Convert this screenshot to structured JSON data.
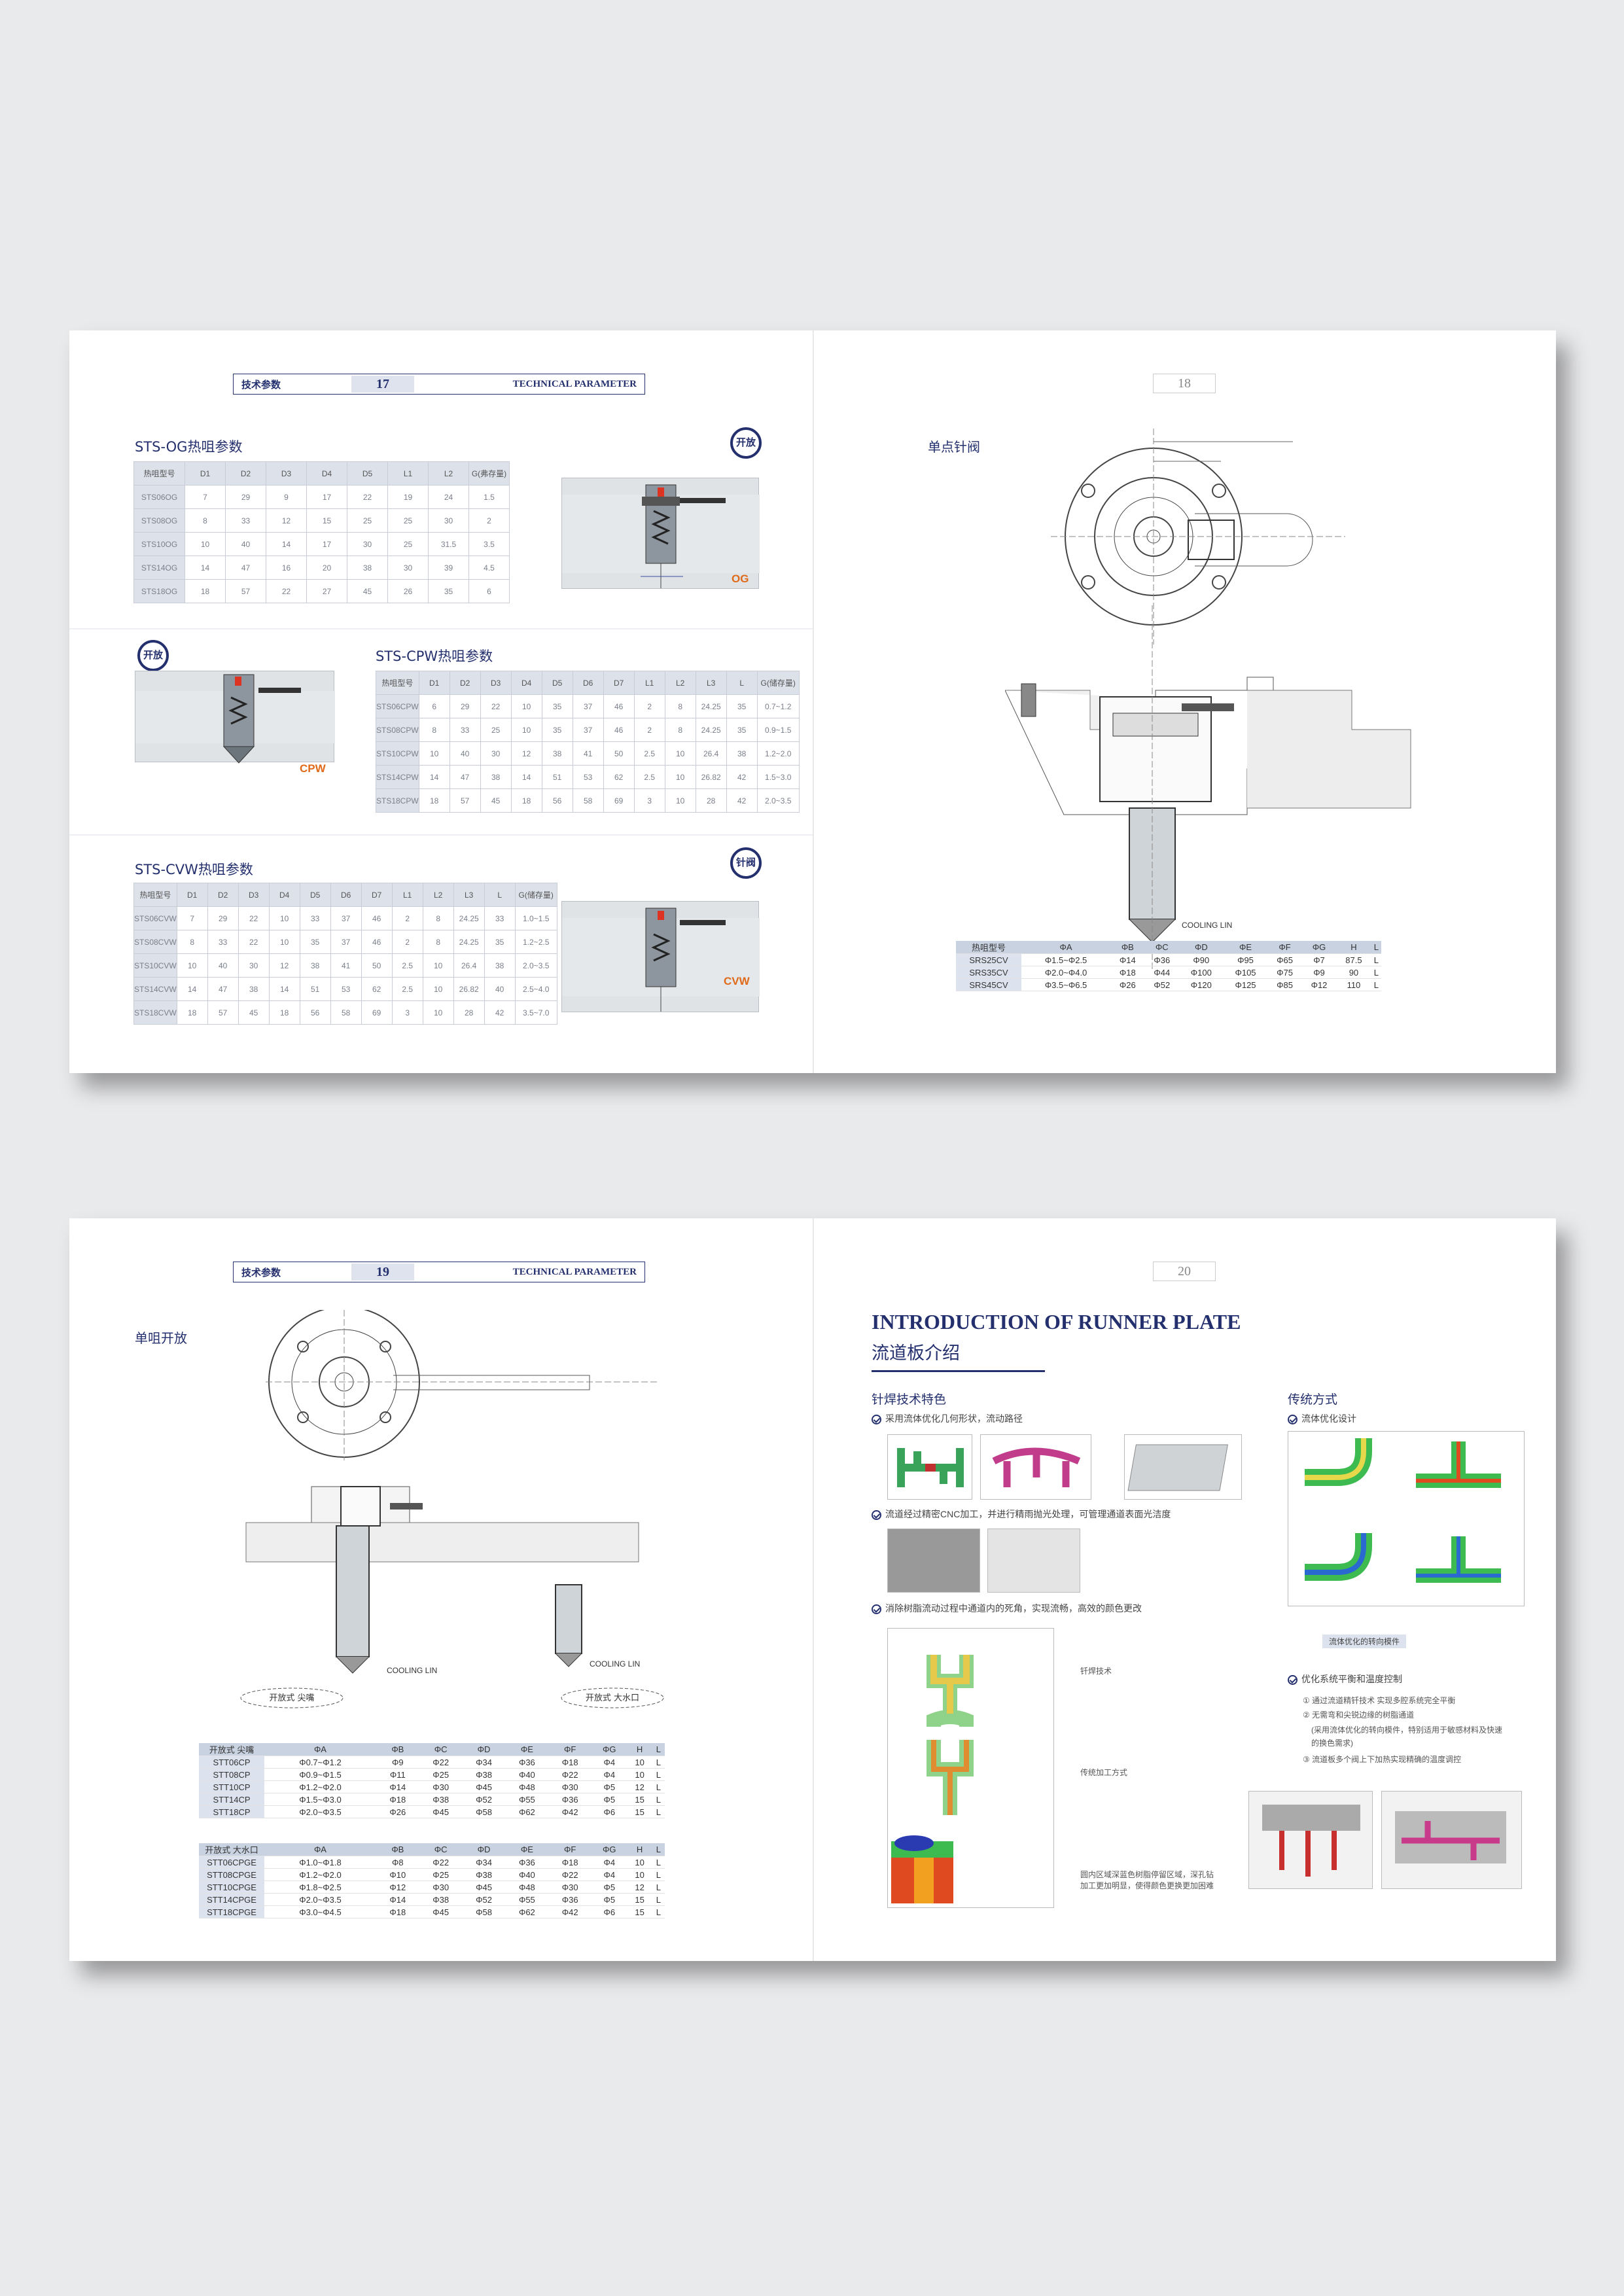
{
  "spread1": {
    "left_page": {
      "header": {
        "left": "技术参数",
        "page": "17",
        "right": "TECHNICAL PARAMETER"
      },
      "og": {
        "title": "STS-OG热咀参数",
        "badge": "开放",
        "mark": "OG",
        "header": [
          "热咀型号",
          "D1",
          "D2",
          "D3",
          "D4",
          "D5",
          "L1",
          "L2",
          "G(弗存量)"
        ],
        "rows": [
          [
            "STS06OG",
            "7",
            "29",
            "9",
            "17",
            "22",
            "19",
            "24",
            "1.5"
          ],
          [
            "STS08OG",
            "8",
            "33",
            "12",
            "15",
            "25",
            "25",
            "30",
            "2"
          ],
          [
            "STS10OG",
            "10",
            "40",
            "14",
            "17",
            "30",
            "25",
            "31.5",
            "3.5"
          ],
          [
            "STS14OG",
            "14",
            "47",
            "16",
            "20",
            "38",
            "30",
            "39",
            "4.5"
          ],
          [
            "STS18OG",
            "18",
            "57",
            "22",
            "27",
            "45",
            "26",
            "35",
            "6"
          ]
        ]
      },
      "cpw": {
        "title": "STS-CPW热咀参数",
        "badge": "开放",
        "mark": "CPW",
        "header": [
          "热咀型号",
          "D1",
          "D2",
          "D3",
          "D4",
          "D5",
          "D6",
          "D7",
          "L1",
          "L2",
          "L3",
          "L",
          "G(储存量)"
        ],
        "rows": [
          [
            "STS06CPW",
            "6",
            "29",
            "22",
            "10",
            "35",
            "37",
            "46",
            "2",
            "8",
            "24.25",
            "35",
            "0.7~1.2"
          ],
          [
            "STS08CPW",
            "8",
            "33",
            "25",
            "10",
            "35",
            "37",
            "46",
            "2",
            "8",
            "24.25",
            "35",
            "0.9~1.5"
          ],
          [
            "STS10CPW",
            "10",
            "40",
            "30",
            "12",
            "38",
            "41",
            "50",
            "2.5",
            "10",
            "26.4",
            "38",
            "1.2~2.0"
          ],
          [
            "STS14CPW",
            "14",
            "47",
            "38",
            "14",
            "51",
            "53",
            "62",
            "2.5",
            "10",
            "26.82",
            "42",
            "1.5~3.0"
          ],
          [
            "STS18CPW",
            "18",
            "57",
            "45",
            "18",
            "56",
            "58",
            "69",
            "3",
            "10",
            "28",
            "42",
            "2.0~3.5"
          ]
        ]
      },
      "cvw": {
        "title": "STS-CVW热咀参数",
        "badge": "针阀",
        "mark": "CVW",
        "header": [
          "热咀型号",
          "D1",
          "D2",
          "D3",
          "D4",
          "D5",
          "D6",
          "D7",
          "L1",
          "L2",
          "L3",
          "L",
          "G(储存量)"
        ],
        "rows": [
          [
            "STS06CVW",
            "7",
            "29",
            "22",
            "10",
            "33",
            "37",
            "46",
            "2",
            "8",
            "24.25",
            "33",
            "1.0~1.5"
          ],
          [
            "STS08CVW",
            "8",
            "33",
            "22",
            "10",
            "35",
            "37",
            "46",
            "2",
            "8",
            "24.25",
            "35",
            "1.2~2.5"
          ],
          [
            "STS10CVW",
            "10",
            "40",
            "30",
            "12",
            "38",
            "41",
            "50",
            "2.5",
            "10",
            "26.4",
            "38",
            "2.0~3.5"
          ],
          [
            "STS14CVW",
            "14",
            "47",
            "38",
            "14",
            "51",
            "53",
            "62",
            "2.5",
            "10",
            "26.82",
            "40",
            "2.5~4.0"
          ],
          [
            "STS18CVW",
            "18",
            "57",
            "45",
            "18",
            "56",
            "58",
            "69",
            "3",
            "10",
            "28",
            "42",
            "3.5~7.0"
          ]
        ]
      }
    },
    "right_page": {
      "page": "18",
      "title": "单点针阀",
      "cooling": "COOLING LIN",
      "table": {
        "header": [
          "热咀型号",
          "ΦA",
          "ΦB",
          "ΦC",
          "ΦD",
          "ΦE",
          "ΦF",
          "ΦG",
          "H",
          "L"
        ],
        "rows": [
          [
            "SRS25CV",
            "Φ1.5~Φ2.5",
            "Φ14",
            "Φ36",
            "Φ90",
            "Φ95",
            "Φ65",
            "Φ7",
            "87.5",
            "L"
          ],
          [
            "SRS35CV",
            "Φ2.0~Φ4.0",
            "Φ18",
            "Φ44",
            "Φ100",
            "Φ105",
            "Φ75",
            "Φ9",
            "90",
            "L"
          ],
          [
            "SRS45CV",
            "Φ3.5~Φ6.5",
            "Φ26",
            "Φ52",
            "Φ120",
            "Φ125",
            "Φ85",
            "Φ12",
            "110",
            "L"
          ]
        ]
      }
    }
  },
  "spread2": {
    "left_page": {
      "header": {
        "left": "技术参数",
        "page": "19",
        "right": "TECHNICAL PARAMETER"
      },
      "title": "单咀开放",
      "cooling": "COOLING LIN",
      "label_a": "开放式 尖嘴",
      "label_b": "开放式 大水口",
      "table1": {
        "header": [
          "开放式 尖嘴",
          "ΦA",
          "ΦB",
          "ΦC",
          "ΦD",
          "ΦE",
          "ΦF",
          "ΦG",
          "H",
          "L"
        ],
        "rows": [
          [
            "STT06CP",
            "Φ0.7~Φ1.2",
            "Φ9",
            "Φ22",
            "Φ34",
            "Φ36",
            "Φ18",
            "Φ4",
            "10",
            "L"
          ],
          [
            "STT08CP",
            "Φ0.9~Φ1.5",
            "Φ11",
            "Φ25",
            "Φ38",
            "Φ40",
            "Φ22",
            "Φ4",
            "10",
            "L"
          ],
          [
            "STT10CP",
            "Φ1.2~Φ2.0",
            "Φ14",
            "Φ30",
            "Φ45",
            "Φ48",
            "Φ30",
            "Φ5",
            "12",
            "L"
          ],
          [
            "STT14CP",
            "Φ1.5~Φ3.0",
            "Φ18",
            "Φ38",
            "Φ52",
            "Φ55",
            "Φ36",
            "Φ5",
            "15",
            "L"
          ],
          [
            "STT18CP",
            "Φ2.0~Φ3.5",
            "Φ26",
            "Φ45",
            "Φ58",
            "Φ62",
            "Φ42",
            "Φ6",
            "15",
            "L"
          ]
        ]
      },
      "table2": {
        "header": [
          "开放式 大水口",
          "ΦA",
          "ΦB",
          "ΦC",
          "ΦD",
          "ΦE",
          "ΦF",
          "ΦG",
          "H",
          "L"
        ],
        "rows": [
          [
            "STT06CPGE",
            "Φ1.0~Φ1.8",
            "Φ8",
            "Φ22",
            "Φ34",
            "Φ36",
            "Φ18",
            "Φ4",
            "10",
            "L"
          ],
          [
            "STT08CPGE",
            "Φ1.2~Φ2.0",
            "Φ10",
            "Φ25",
            "Φ38",
            "Φ40",
            "Φ22",
            "Φ4",
            "10",
            "L"
          ],
          [
            "STT10CPGE",
            "Φ1.8~Φ2.5",
            "Φ12",
            "Φ30",
            "Φ45",
            "Φ48",
            "Φ30",
            "Φ5",
            "12",
            "L"
          ],
          [
            "STT14CPGE",
            "Φ2.0~Φ3.5",
            "Φ14",
            "Φ38",
            "Φ52",
            "Φ55",
            "Φ36",
            "Φ5",
            "15",
            "L"
          ],
          [
            "STT18CPGE",
            "Φ3.0~Φ4.5",
            "Φ18",
            "Φ45",
            "Φ58",
            "Φ62",
            "Φ42",
            "Φ6",
            "15",
            "L"
          ]
        ]
      }
    },
    "right_page": {
      "page": "20",
      "title_en": "INTRODUCTION OF RUNNER PLATE",
      "title_cn": "流道板介绍",
      "weld": {
        "heading": "针焊技术特色",
        "b1": "采用流体优化几何形状，流动路径",
        "b2": "流道经过精密CNC加工，并进行精雨抛光处理，可管理通道表面光洁度",
        "b3": "消除树脂流动过程中通道内的死角，实现流畅，高效的颜色更改",
        "c1": "钎焊技术",
        "c2": "传统加工方式",
        "c3": "圆内区域深蓝色树脂停留区域，深孔钻加工更加明显，使得颜色更换更加困难"
      },
      "trad": {
        "heading": "传统方式",
        "b1": "流体优化设计",
        "caption": "流体优化的转向模件",
        "b2": "优化系统平衡和温度控制",
        "p1": "① 通过流道精钎技术 实现多腔系统完全平衡",
        "p2": "② 无需弯和尖锐边缘的树脂通道",
        "p3": "(采用流体优化的转向模件，特别适用于敏感材料及快速的换色需求)",
        "p4": "③ 流道板多个阀上下加热实现精确的温度调控"
      }
    }
  }
}
